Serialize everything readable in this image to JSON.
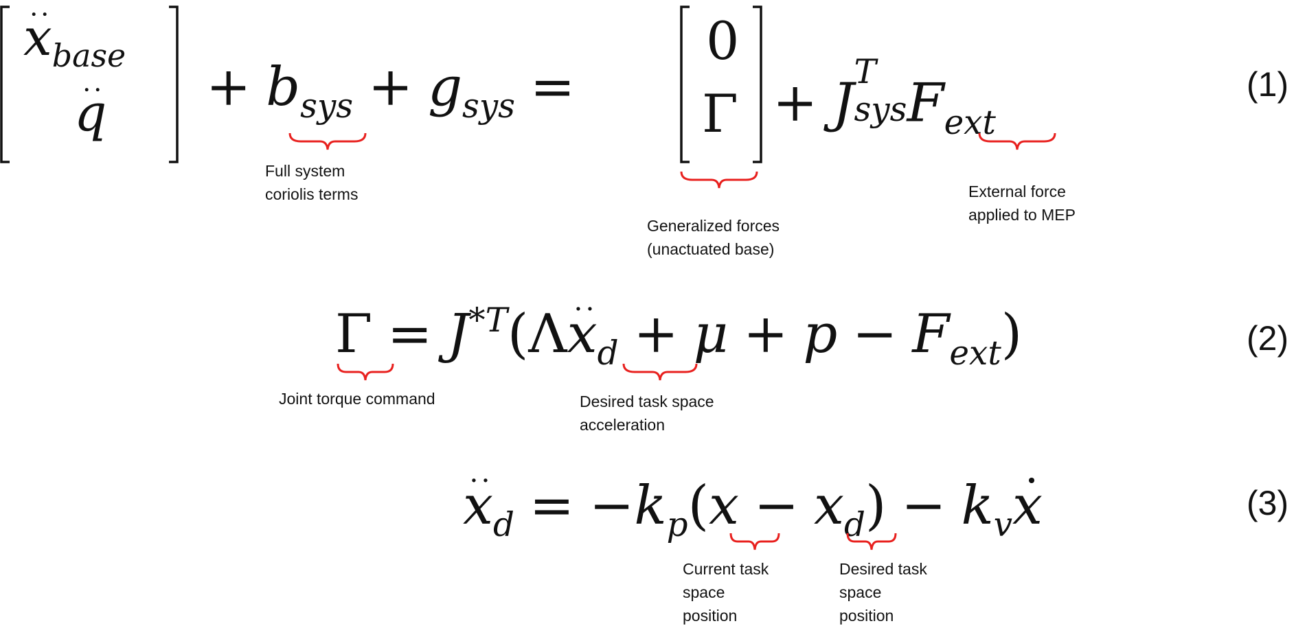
{
  "equations": {
    "eq1": {
      "matrix_left_top": "x",
      "matrix_left_top_sub": "base",
      "matrix_left_bottom": "q",
      "plus1": "+",
      "b": "b",
      "b_sub": "sys",
      "plus2": "+",
      "g": "g",
      "g_sub": "sys",
      "equals": "=",
      "matrix_right_top": "0",
      "matrix_right_bottom": "Γ",
      "plus3": "+",
      "J": "J",
      "J_sup": "T",
      "J_sub": "sys",
      "F": "F",
      "F_sub": "ext",
      "number": "(1)"
    },
    "eq2": {
      "gamma": "Γ",
      "equals": "=",
      "J": "J",
      "J_sup": "*T",
      "open_paren": "(",
      "lambda": "Λ",
      "x": "x",
      "x_sub": "d",
      "plus1": "+",
      "mu": "μ",
      "plus2": "+",
      "p": "p",
      "minus": "−",
      "F": "F",
      "F_sub": "ext",
      "close_paren": ")",
      "number": "(2)"
    },
    "eq3": {
      "x": "x",
      "x_sub": "d",
      "equals": "=",
      "minus1": "−",
      "k": "k",
      "k_sub": "p",
      "open_paren": "(",
      "x2": "x",
      "minus2": "−",
      "x3": "x",
      "x3_sub": "d",
      "close_paren": ")",
      "minus3": "−",
      "k2": "k",
      "k2_sub": "v",
      "x4": "x",
      "number": "(3)"
    }
  },
  "annotations": {
    "coriolis": "Full system\ncoriolis terms",
    "generalized_forces": "Generalized forces\n(unactuated base)",
    "external_force": "External force\napplied to MEP",
    "joint_torque": "Joint torque command",
    "desired_accel": "Desired task space\nacceleration",
    "current_position": "Current task\nspace\nposition",
    "desired_position": "Desired task\nspace\nposition"
  },
  "colors": {
    "brace": "#e8201e",
    "text": "#111111"
  }
}
